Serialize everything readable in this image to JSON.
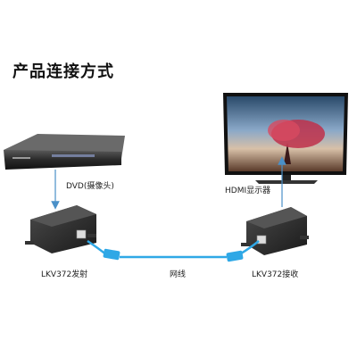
{
  "header": {
    "title": "产品连接方式"
  },
  "devices": {
    "dvd": {
      "label": "DVD(摄像头)"
    },
    "tv": {
      "label": "HDMI显示器"
    },
    "transmitter": {
      "label": "LKV372发射"
    },
    "receiver": {
      "label": "LKV372接收"
    },
    "cable": {
      "label": "网线"
    }
  },
  "colors": {
    "cable": "#2fa8e6",
    "arrow": "#4a90c8",
    "device_body": "#2b2b2b"
  }
}
